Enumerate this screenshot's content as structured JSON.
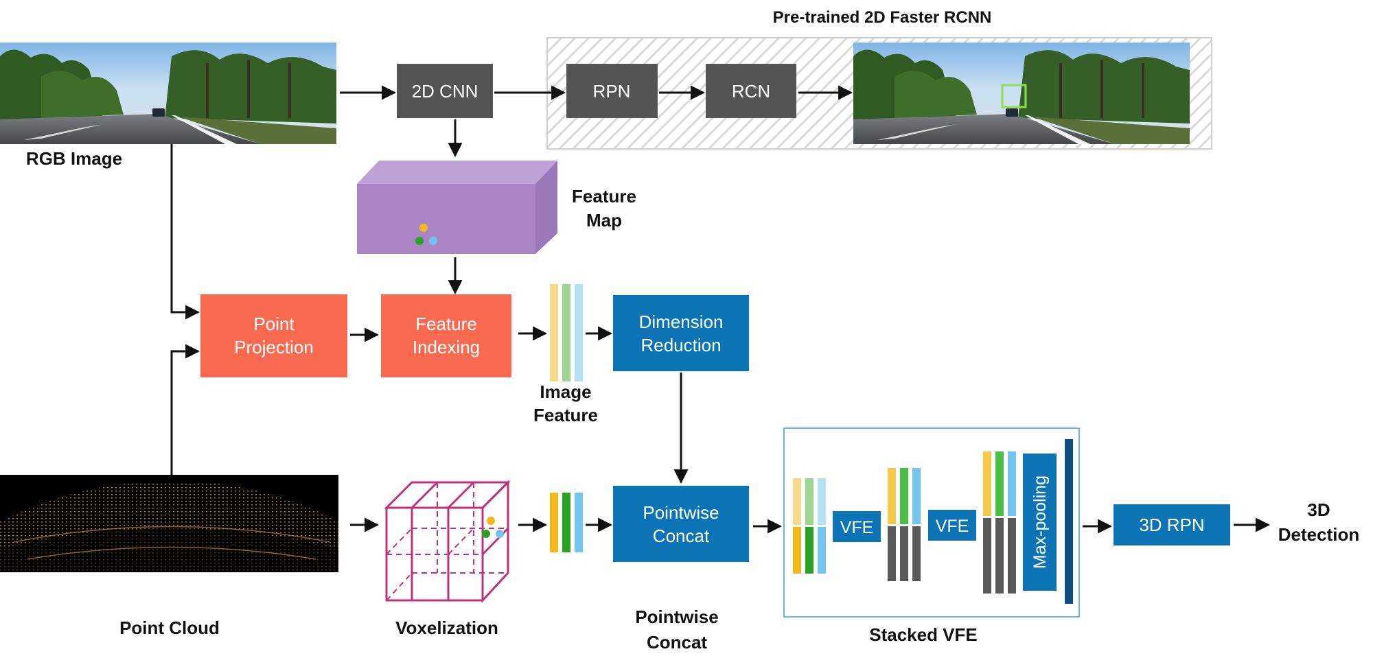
{
  "title_pretrained": "Pre-trained 2D Faster RCNN",
  "inputs": {
    "rgb_label": "RGB Image",
    "pointcloud_label": "Point Cloud"
  },
  "boxes": {
    "cnn": "2D CNN",
    "rpn": "RPN",
    "rcn": "RCN",
    "point_projection": [
      "Point",
      "Projection"
    ],
    "feature_indexing": [
      "Feature",
      "Indexing"
    ],
    "dimension_reduction": [
      "Dimension",
      "Reduction"
    ],
    "pointwise_concat_box": [
      "Pointwise",
      "Concat"
    ],
    "vfe1": "VFE",
    "vfe2": "VFE",
    "maxpool": "Max-pooling",
    "rpn3d": "3D RPN"
  },
  "labels": {
    "feature_map": [
      "Feature",
      "Map"
    ],
    "image_feature": [
      "Image",
      "Feature"
    ],
    "voxelization": "Voxelization",
    "pointwise_concat": [
      "Pointwise",
      "Concat"
    ],
    "stacked_vfe": "Stacked VFE",
    "detection": [
      "3D",
      "Detection"
    ]
  },
  "colors": {
    "dark_gray": "#545454",
    "salmon": "#f96a50",
    "blue": "#0c74b5",
    "purple_front": "#a985c6",
    "purple_top": "#bea2d6",
    "purple_side": "#9b78b8",
    "magenta": "#c0317c",
    "yellow": "#f5b81b",
    "green": "#2aa324",
    "light_blue": "#72c5f1",
    "light_yellow": "#f7d98a",
    "light_green": "#9fd68f",
    "pale_blue": "#b5e1f6",
    "dark_bar": "#5a5a5a",
    "navy_bar": "#0d4e85",
    "frame_blue": "#6bb5e6"
  }
}
